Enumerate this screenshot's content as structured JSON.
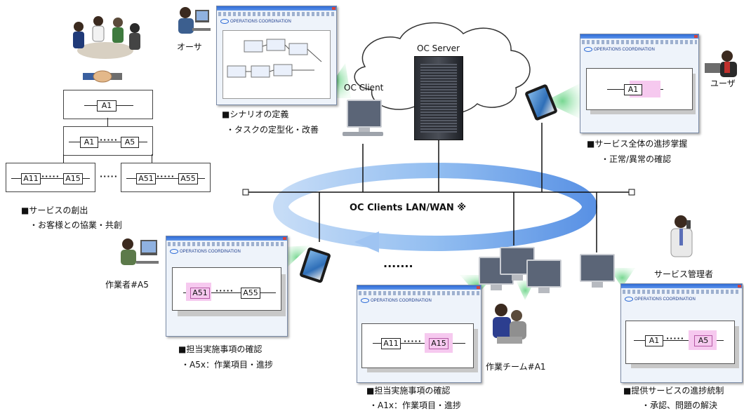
{
  "hierarchy": {
    "top_node": "A1",
    "level2_nodes": [
      "A1",
      "A5"
    ],
    "level2_dots": "·····",
    "level3_left": [
      "A11",
      "A15"
    ],
    "level3_right": [
      "A51",
      "A55"
    ],
    "level3_dots": "·····",
    "level3_mid_dots": "·····"
  },
  "service_creation": {
    "heading": "■サービスの創出",
    "detail": "・お客様との協業・共創"
  },
  "owner": {
    "label": "オーサ",
    "window_brand": "OPERATIONS COORDINATION",
    "heading": "■シナリオの定義",
    "detail": "・タスクの定型化・改善"
  },
  "oc_client_label": "OC Client",
  "oc_server_label": "OC Server",
  "network_label": "OC Clients LAN/WAN ※",
  "user": {
    "label": "ユーザ",
    "window_brand": "OPERATIONS COORDINATION",
    "node": "A1",
    "heading": "■サービス全体の進捗掌握",
    "detail": "・正常/異常の確認"
  },
  "worker_a5": {
    "label": "作業者#A5",
    "window_brand": "OPERATIONS COORDINATION",
    "nodes": [
      "A51",
      "A55"
    ],
    "dots": "·····",
    "heading": "■担当実施事項の確認",
    "detail": "・A5x：作業項目・進捗"
  },
  "team_a1": {
    "label": "作業チーム#A1",
    "window_brand": "OPERATIONS COORDINATION",
    "nodes": [
      "A11",
      "A15"
    ],
    "dots": "·····",
    "ellipsis": "·······",
    "heading": "■担当実施事項の確認",
    "detail": "・A1x：作業項目・進捗"
  },
  "manager": {
    "label": "サービス管理者",
    "window_brand": "OPERATIONS COORDINATION",
    "nodes": [
      "A1",
      "A5"
    ],
    "dots": "·····",
    "heading": "■提供サービスの進捗統制",
    "detail": "・承認、問題の解決"
  },
  "colors": {
    "highlight": "#f6c9ef",
    "ring": "#7fb2ee",
    "beam": "#8fe0a6",
    "window_titlebar": "#2d6bd6"
  }
}
